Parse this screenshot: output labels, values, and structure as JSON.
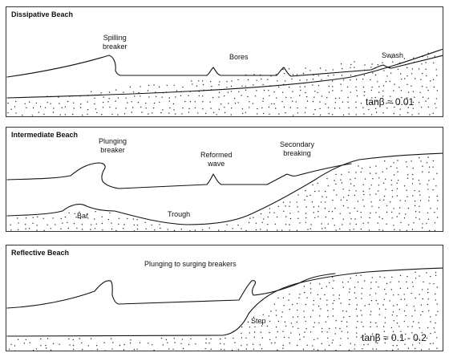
{
  "panels": [
    {
      "title": "Dissipative Beach",
      "labels": [
        "Spilling\nbreaker",
        "Bores",
        "Swash"
      ],
      "slope": "tanβ ≈ 0.01"
    },
    {
      "title": "Intermediate Beach",
      "labels": [
        "Plunging\nbreaker",
        "Reformed\nwave",
        "Secondary\nbreaking",
        "Bar",
        "Trough"
      ],
      "slope": ""
    },
    {
      "title": "Reflective Beach",
      "labels": [
        "Plunging to surging breakers",
        "Step"
      ],
      "slope": "tanβ ≈ 0.1 - 0.2"
    }
  ]
}
